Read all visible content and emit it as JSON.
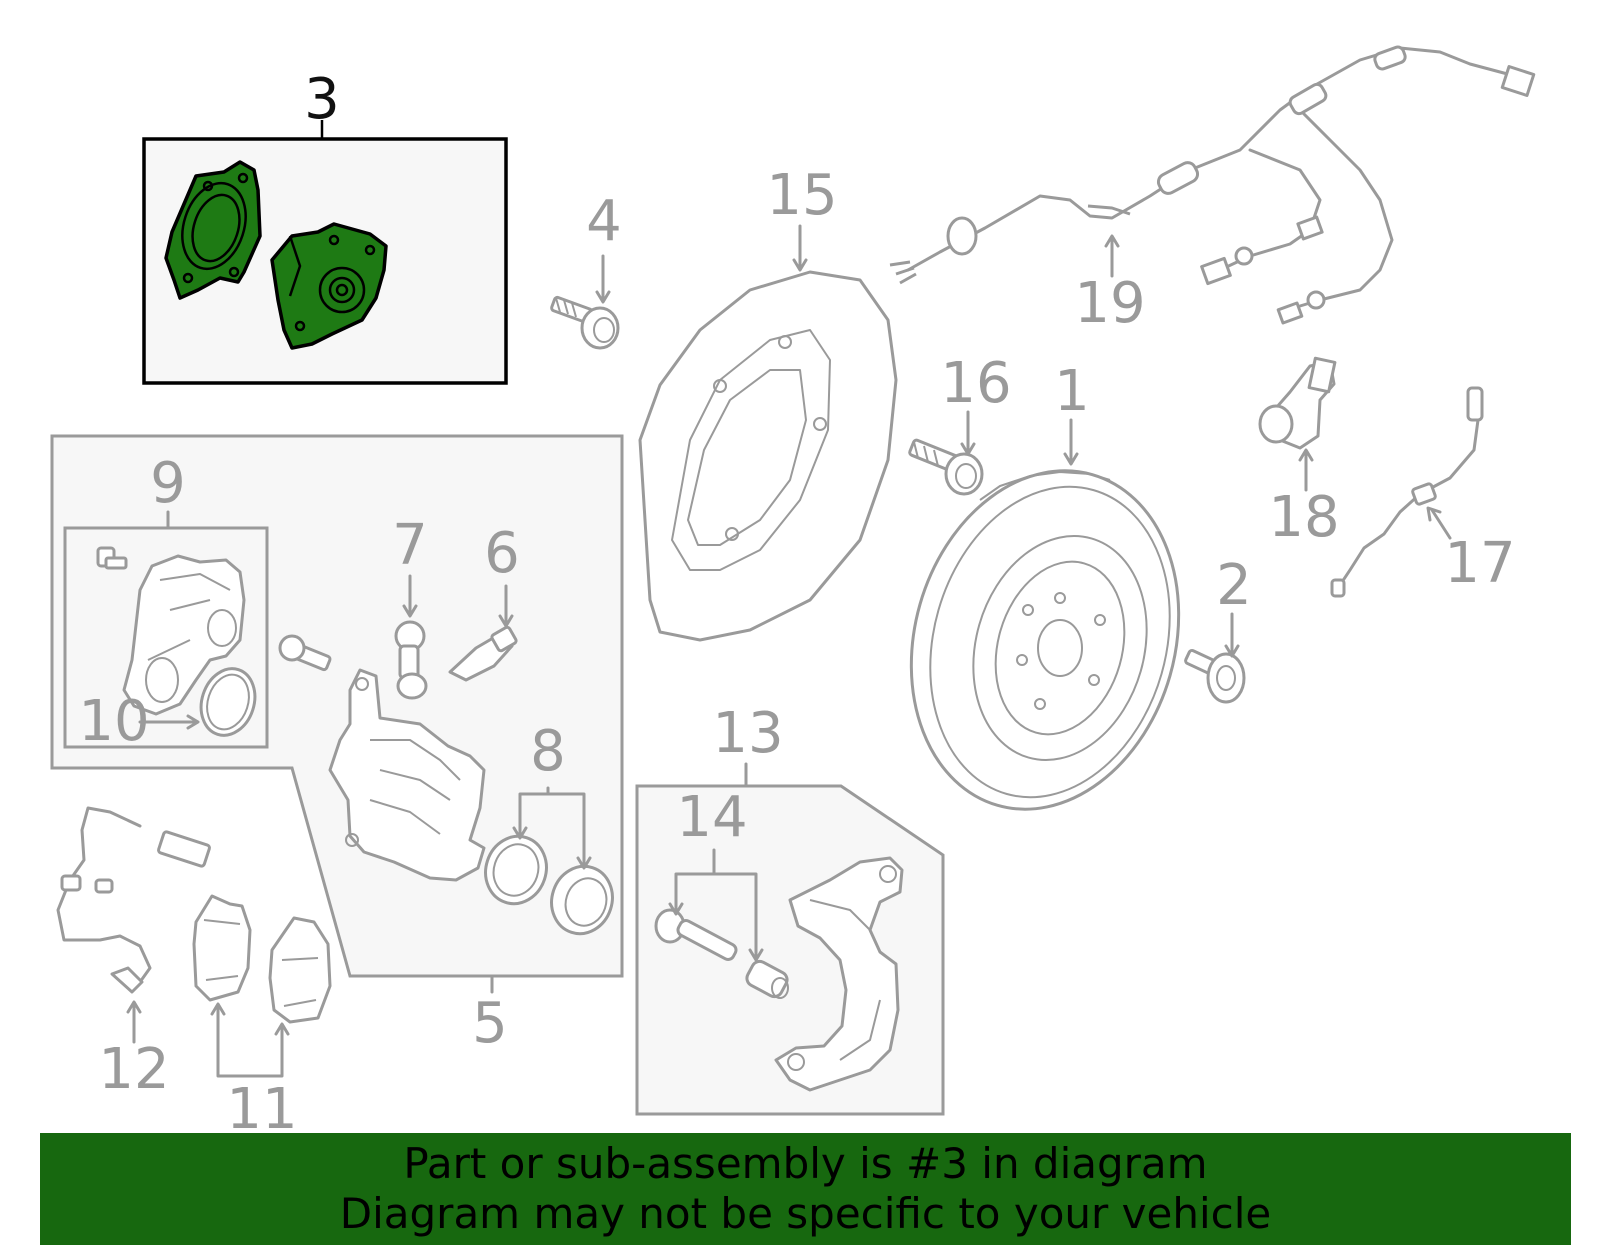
{
  "callouts": {
    "c1": "1",
    "c2": "2",
    "c3": "3",
    "c4": "4",
    "c5": "5",
    "c6": "6",
    "c7": "7",
    "c8": "8",
    "c9": "9",
    "c10": "10",
    "c11": "11",
    "c12": "12",
    "c13": "13",
    "c14": "14",
    "c15": "15",
    "c16": "16",
    "c17": "17",
    "c18": "18",
    "c19": "19"
  },
  "highlighted_part": "3",
  "colors": {
    "highlight_fill": "#1e7a14",
    "banner_bg": "#17680f",
    "line_gray": "#9a9a9a"
  },
  "banner": {
    "line1": "Part or sub-assembly is #3 in diagram",
    "line2": "Diagram may not be specific to your vehicle"
  }
}
